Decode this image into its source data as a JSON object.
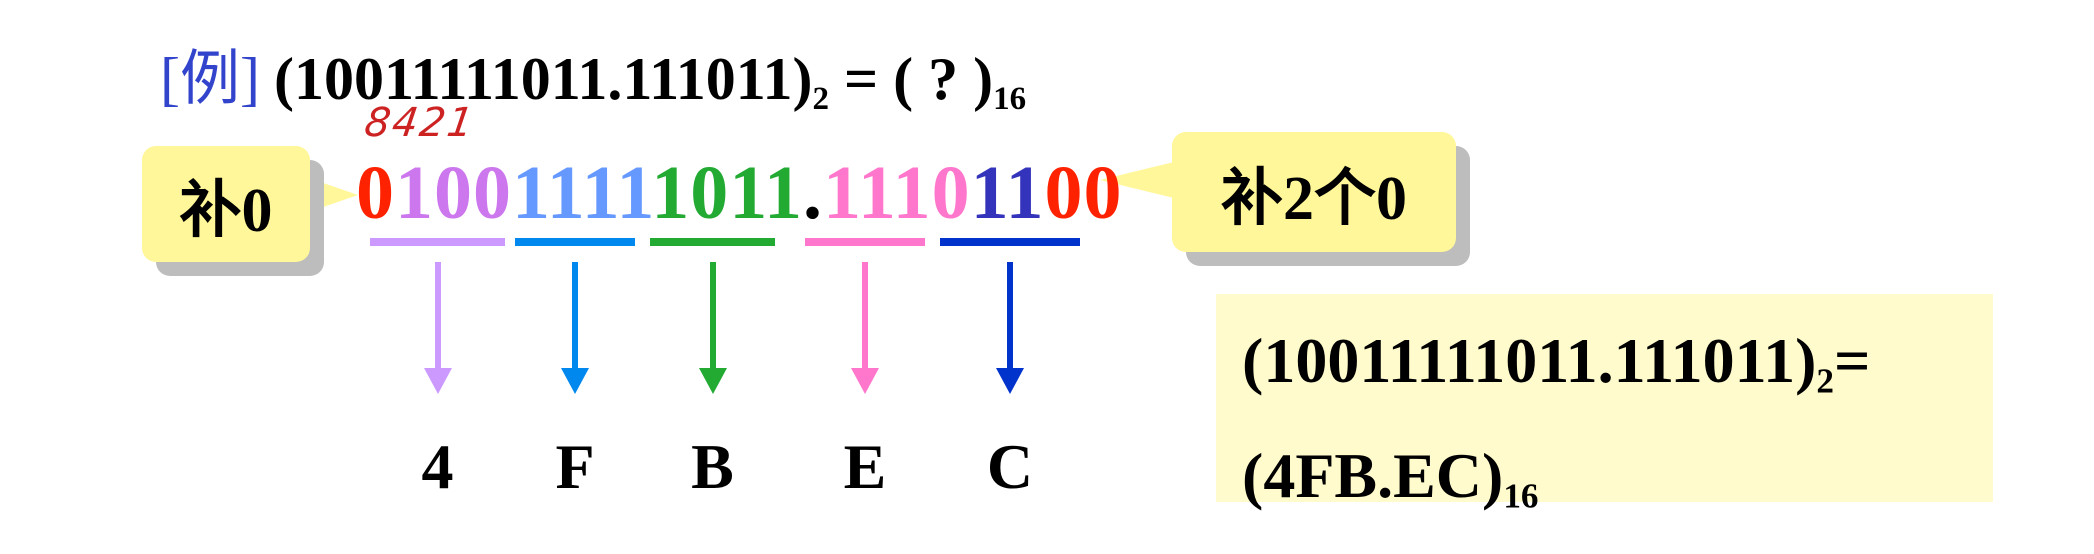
{
  "title": {
    "example_label": "[例]",
    "expression": "(10011111011.111011)",
    "base_from": "2",
    "equals": " = (  ?  )",
    "base_to": "16"
  },
  "annotation": "8421",
  "callouts": {
    "left": "补0",
    "right": "补2个0"
  },
  "bits": [
    {
      "text": "0",
      "color": "#ff2200"
    },
    {
      "text": "100",
      "color": "#cc77ee"
    },
    {
      "text": "1111",
      "color": "#6699ff"
    },
    {
      "text": "1011",
      "color": "#22aa33"
    },
    {
      "text": ".",
      "color": "#000000"
    },
    {
      "text": "1110",
      "color": "#ff77cc"
    },
    {
      "text": "11",
      "color": "#3333bb"
    },
    {
      "text": "00",
      "color": "#ff2200"
    }
  ],
  "groups": [
    {
      "hex": "4",
      "color": "#cc99ff"
    },
    {
      "hex": "F",
      "color": "#0088ee"
    },
    {
      "hex": "B",
      "color": "#22aa33"
    },
    {
      "hex": "E",
      "color": "#ff77cc"
    },
    {
      "hex": "C",
      "color": "#0033cc"
    }
  ],
  "answer": {
    "line1": "(10011111011.111011)",
    "line1_sub": "2",
    "line1_eq": "=",
    "line2": "(4FB.EC)",
    "line2_sub": "16"
  }
}
